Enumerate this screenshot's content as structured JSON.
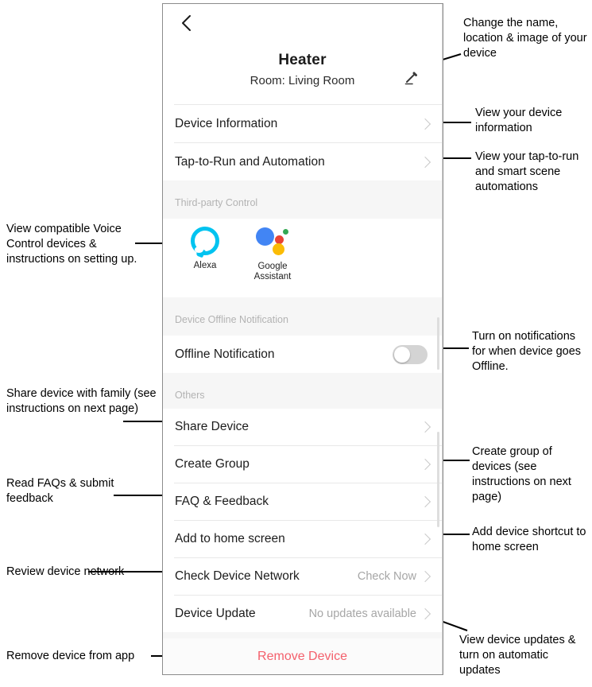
{
  "phone": {
    "back_icon": "chevron-left-icon",
    "device_name": "Heater",
    "room_line": "Room: Living Room",
    "edit_icon": "pencil-edit-icon",
    "rows_top": [
      {
        "label": "Device Information",
        "value": "",
        "chevron": true
      },
      {
        "label": "Tap-to-Run and Automation",
        "value": "",
        "chevron": true
      }
    ],
    "third_party": {
      "section_label": "Third-party Control",
      "items": [
        {
          "name": "Alexa",
          "icon": "alexa-icon",
          "color": "#00c3f0"
        },
        {
          "name": "Google\nAssistant",
          "icon": "google-assistant-icon",
          "color": "#4285f4"
        }
      ]
    },
    "offline": {
      "section_label": "Device Offline Notification",
      "row_label": "Offline Notification",
      "toggle_state": "off"
    },
    "others": {
      "section_label": "Others",
      "rows": [
        {
          "label": "Share Device",
          "value": "",
          "chevron": true
        },
        {
          "label": "Create Group",
          "value": "",
          "chevron": true
        },
        {
          "label": "FAQ & Feedback",
          "value": "",
          "chevron": true
        },
        {
          "label": "Add to home screen",
          "value": "",
          "chevron": true
        },
        {
          "label": "Check Device Network",
          "value": "Check Now",
          "chevron": true
        },
        {
          "label": "Device Update",
          "value": "No updates available",
          "chevron": true
        }
      ]
    },
    "remove_label": "Remove Device",
    "remove_color": "#f4606c"
  },
  "annotations": {
    "right": [
      {
        "id": "edit-note",
        "text": "Change the name, location & image of your device"
      },
      {
        "id": "device-info-note",
        "text": "View your device information"
      },
      {
        "id": "tap-to-run-note",
        "text": "View your tap-to-run and smart scene automations"
      },
      {
        "id": "offline-note",
        "text": "Turn on notifications for when device goes Offline."
      },
      {
        "id": "create-group-note",
        "text": "Create group of devices (see instructions on next page)"
      },
      {
        "id": "add-home-note",
        "text": "Add device shortcut to home screen"
      },
      {
        "id": "device-update-note",
        "text": "View device updates & turn on automatic updates"
      }
    ],
    "left": [
      {
        "id": "voice-control-note",
        "text": "View compatible Voice Control devices & instructions on setting up."
      },
      {
        "id": "share-device-note",
        "text": "Share device with family (see instructions on next page)"
      },
      {
        "id": "faq-note",
        "text": "Read FAQs & submit feedback"
      },
      {
        "id": "check-network-note",
        "text": "Review device network"
      },
      {
        "id": "remove-note",
        "text": "Remove device from app"
      }
    ]
  }
}
